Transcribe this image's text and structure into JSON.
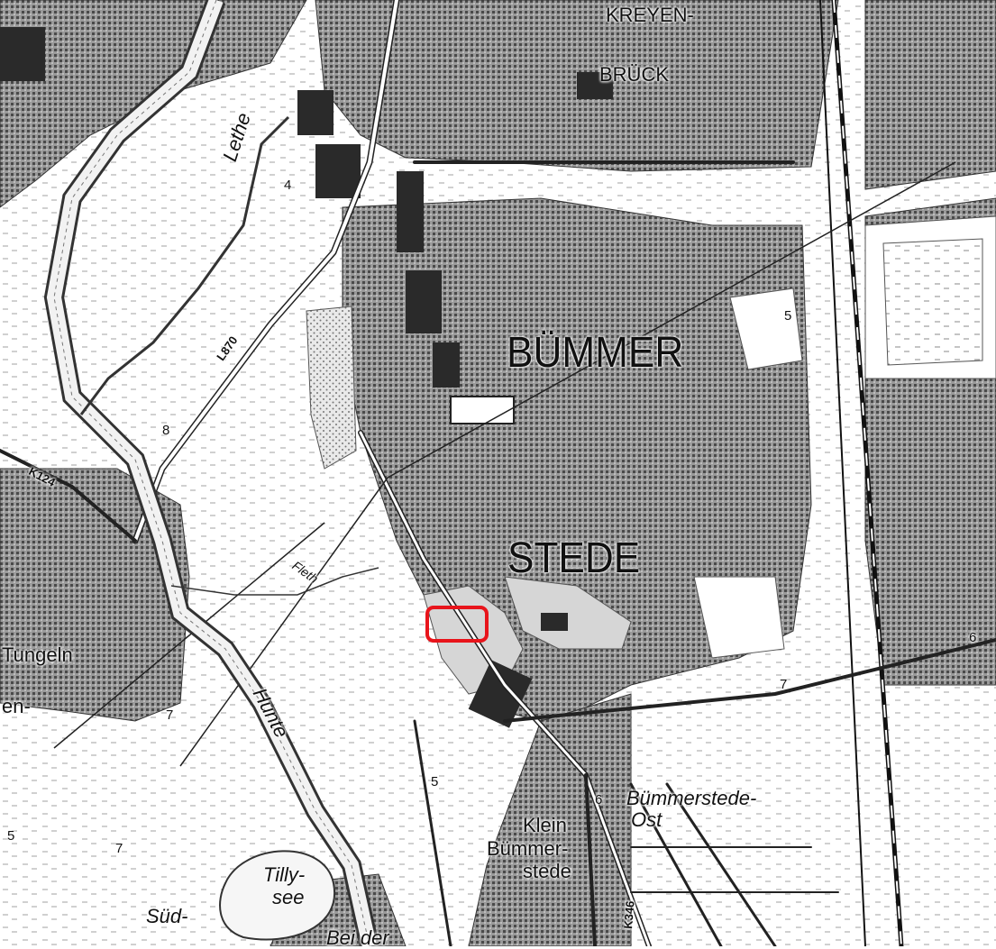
{
  "places": {
    "kreyen": "KREYEN-",
    "bruck": "BRÜCK",
    "bummer": "BÜMMER",
    "stede": "STEDE",
    "tungeln": "Tungeln",
    "klein": "Klein",
    "bummer_short": "Bümmer-",
    "stede_small": "stede",
    "bummerstede_ost_1": "Bümmerstede-",
    "bummerstede_ost_2": "Ost",
    "sud": "Süd-",
    "bei_der": "Bei der",
    "tillysee_1": "Tilly-",
    "tillysee_2": "see",
    "en": "en-"
  },
  "water": {
    "lethe": "Lethe",
    "hunte": "Hunte",
    "fleth": "Fleth"
  },
  "roads": {
    "l870": "L870",
    "k124": "K124",
    "k346": "K346"
  },
  "numbers": [
    "4",
    "8",
    "7",
    "5",
    "6",
    "7",
    "7",
    "6",
    "5",
    "5"
  ],
  "highlight": {
    "color": "#e8141b"
  },
  "colors": {
    "built": "#8a8a8a",
    "building": "#2a2a2a",
    "line": "#222222",
    "paper": "#ffffff"
  }
}
